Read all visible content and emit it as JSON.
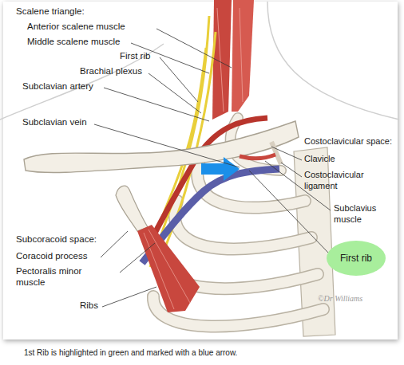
{
  "diagram": {
    "caption": "1st Rib is highlighted in green and marked with a blue arrow.",
    "nodes": [
      {
        "text": [
          "First rib"
        ]
      }
    ],
    "labels": [
      "Scalene triangle:",
      "Anterior scalene muscle",
      "Middle scalene muscle",
      "First rib",
      "Brachial plexus",
      "Subclavian artery",
      "Subclavian vein",
      "Costoclavicular space:",
      "Clavicle",
      "Costoclavicular ligament",
      "Subclavius muscle",
      "Subcoracoid space:",
      "Coracoid process",
      "Pectoralis minor muscle",
      "Ribs",
      "©Dr Williams"
    ]
  }
}
